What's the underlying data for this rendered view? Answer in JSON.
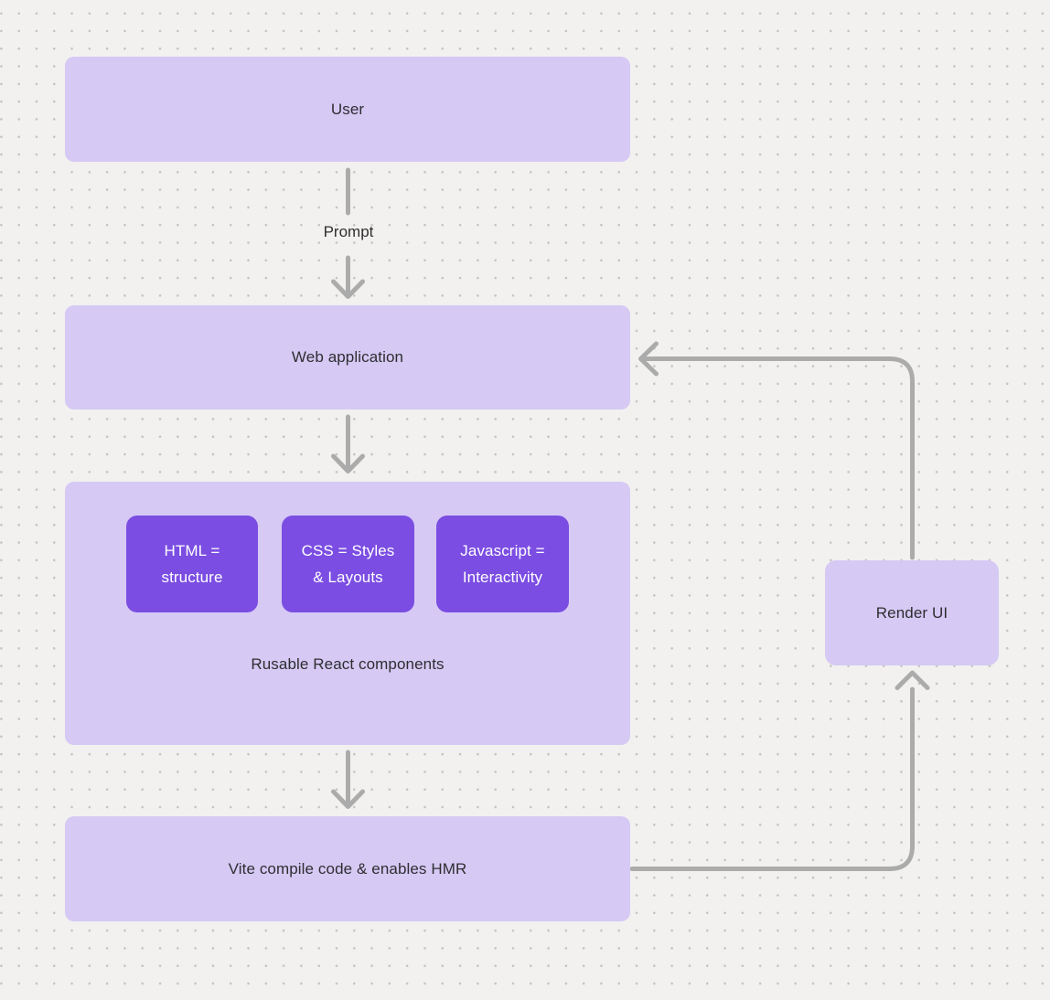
{
  "diagram": {
    "colors": {
      "background": "#f2f1ef",
      "grid_dot": "#c5c3c1",
      "node_fill_light": "#d6c9f4",
      "node_fill_accent": "#7b4de2",
      "connector": "#ababab",
      "text_dark": "#2e2e31",
      "text_light": "#ffffff"
    },
    "nodes": {
      "user": {
        "label": "User"
      },
      "web_application": {
        "label": "Web application"
      },
      "components_group": {
        "label": "Rusable React components",
        "cards": [
          {
            "line1": "HTML =",
            "line2": "structure"
          },
          {
            "line1": "CSS = Styles",
            "line2": "& Layouts"
          },
          {
            "line1": "Javascript =",
            "line2": "Interactivity"
          }
        ]
      },
      "vite": {
        "label": "Vite compile code & enables HMR"
      },
      "render_ui": {
        "label": "Render UI"
      }
    },
    "edges": {
      "prompt": {
        "label": "Prompt"
      }
    }
  }
}
